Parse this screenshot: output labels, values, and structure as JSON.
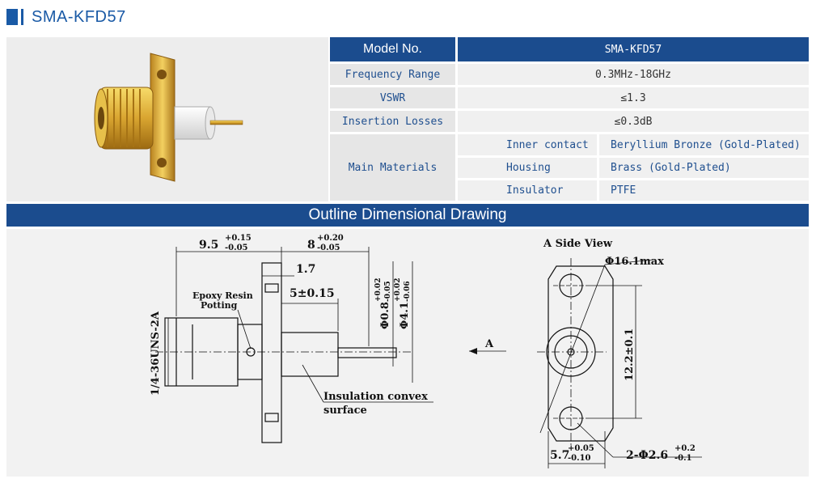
{
  "header": {
    "title": "SMA-KFD57",
    "accent_color": "#1a5aa6"
  },
  "spec_table": {
    "model": {
      "label": "Model No.",
      "value": "SMA-KFD57"
    },
    "rows": [
      {
        "label": "Frequency Range",
        "value": "0.3MHz-18GHz"
      },
      {
        "label": "VSWR",
        "value": "≤1.3"
      },
      {
        "label": "Insertion Losses",
        "value": "≤0.3dB"
      }
    ],
    "materials": {
      "label": "Main Materials",
      "items": [
        {
          "part": "Inner contact",
          "material": "Beryllium Bronze (Gold-Plated)"
        },
        {
          "part": "Housing",
          "material": "Brass (Gold-Plated)"
        },
        {
          "part": "Insulator",
          "material": "PTFE"
        }
      ]
    },
    "header_color": "#1b4c8e"
  },
  "banner": {
    "title": "Outline Dimensional Drawing"
  },
  "drawing": {
    "side": {
      "dim_a_main": "9.5",
      "dim_a_plus": "+0.15",
      "dim_a_minus": "-0.05",
      "dim_b_main": "8",
      "dim_b_plus": "+0.20",
      "dim_b_minus": "-0.05",
      "dim_flange": "1.7",
      "dim_insul": "5±0.15",
      "epoxy_line1": "Epoxy Resin",
      "epoxy_line2": "Potting",
      "thread": "1/4-36UNS-2A",
      "pin_dia_main": "Φ0.8",
      "pin_dia_plus": "+0.02",
      "pin_dia_minus": "-0.05",
      "ins_dia_main": "Φ4.1",
      "ins_dia_plus": "+0.02",
      "ins_dia_minus": "-0.06",
      "insul_line1": "Insulation convex",
      "insul_line2": "surface",
      "view_arrow": "A"
    },
    "front": {
      "title": "A  Side View",
      "dim_max": "Φ16.1max",
      "dim_height": "12.2±0.1",
      "dim_width_main": "5.7",
      "dim_width_plus": "+0.05",
      "dim_width_minus": "-0.10",
      "dim_hole_main": "2-Φ2.6",
      "dim_hole_plus": "+0.2",
      "dim_hole_minus": "-0.1"
    }
  }
}
